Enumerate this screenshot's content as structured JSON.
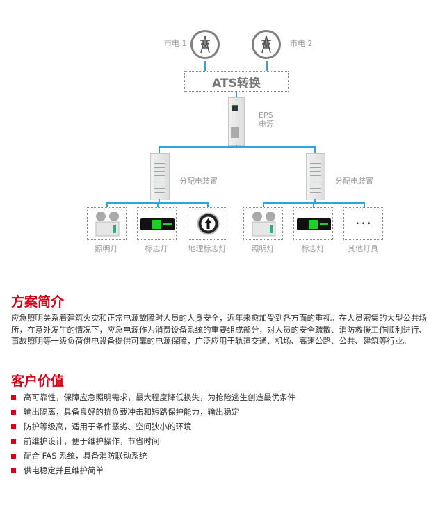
{
  "diagram": {
    "grid1_label": "市电 1",
    "grid2_label": "市电 2",
    "ats_label": "ATS转换",
    "eps_label_line1": "EPS",
    "eps_label_line2": "电源",
    "dist_label_left": "分配电装置",
    "dist_label_right": "分配电装置",
    "devices": [
      "照明灯",
      "标志灯",
      "地理标志灯",
      "照明灯",
      "标志灯",
      "其他灯具"
    ],
    "more_glyph": "• • •",
    "line_color": "#29a8e0"
  },
  "intro": {
    "title": "方案简介",
    "body": "应急照明关系着建筑火灾和正常电源故障时人员的人身安全，近年来愈加受到各方面的重视。在人员密集的大型公共场所，在意外发生的情况下，应急电源作为消费设备系统的重要组成部分，对人员的安全疏散、消防救援工作顺利进行、事故照明等一级负荷供电设备提供可靠的电源保障，广泛应用于轨道交通、机场、高速公路、公共、建筑等行业。"
  },
  "value": {
    "title": "客户价值",
    "items": [
      "高可靠性，保障应急照明需求，最大程度降低损失，为抢险逃生创造最优条件",
      "输出隔离，具备良好的抗负载冲击和短路保护能力，输出稳定",
      "防护等级高，适用于条件恶劣、空间狭小的环境",
      "前维护设计，便于维护操作，节省时间",
      "配合 FAS 系统，具备消防联动系统",
      "供电稳定并且维护简单"
    ]
  },
  "accent": "#d0021b"
}
